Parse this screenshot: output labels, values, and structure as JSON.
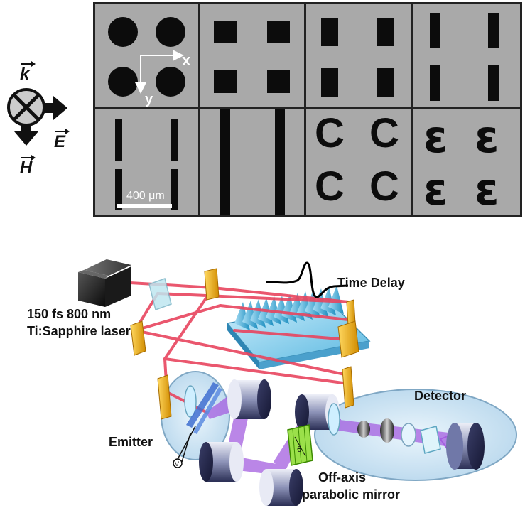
{
  "polarization_key": {
    "k_label": "k",
    "e_label": "E",
    "h_label": "H"
  },
  "sem_panel": {
    "axis_x_label": "x",
    "axis_y_label": "y",
    "scale_bar_label": "400 μm",
    "cells": [
      {
        "shape": "circles-2x2"
      },
      {
        "shape": "squares-2x2"
      },
      {
        "shape": "tall-rects-2x2"
      },
      {
        "shape": "narrow-rects-2x2"
      },
      {
        "shape": "long-slits-2x2"
      },
      {
        "shape": "continuous-strips"
      },
      {
        "shape": "c-shapes-2x2"
      },
      {
        "shape": "epsilon-shapes-2x2"
      }
    ],
    "glyphs": {
      "c": "C",
      "epsilon": "ε"
    }
  },
  "setup": {
    "laser_label_line1": "150 fs 800 nm",
    "laser_label_line2": "Ti:Sapphire laser",
    "time_delay_label": "Time Delay",
    "emitter_label": "Emitter",
    "detector_label": "Detector",
    "mirror_label_line1": "Off-axis",
    "mirror_label_line2": "parabolic mirror",
    "theta_label": "θ",
    "voltage_label": "V"
  },
  "colors": {
    "beam_red": "#e8455f",
    "thz_purple": "#a45ee0",
    "mirror_yellow": "#f2b51c",
    "stage_blue": "#2aa6d8",
    "bubble_blue": "#cfe6f5",
    "grid_green": "#7ed321"
  }
}
